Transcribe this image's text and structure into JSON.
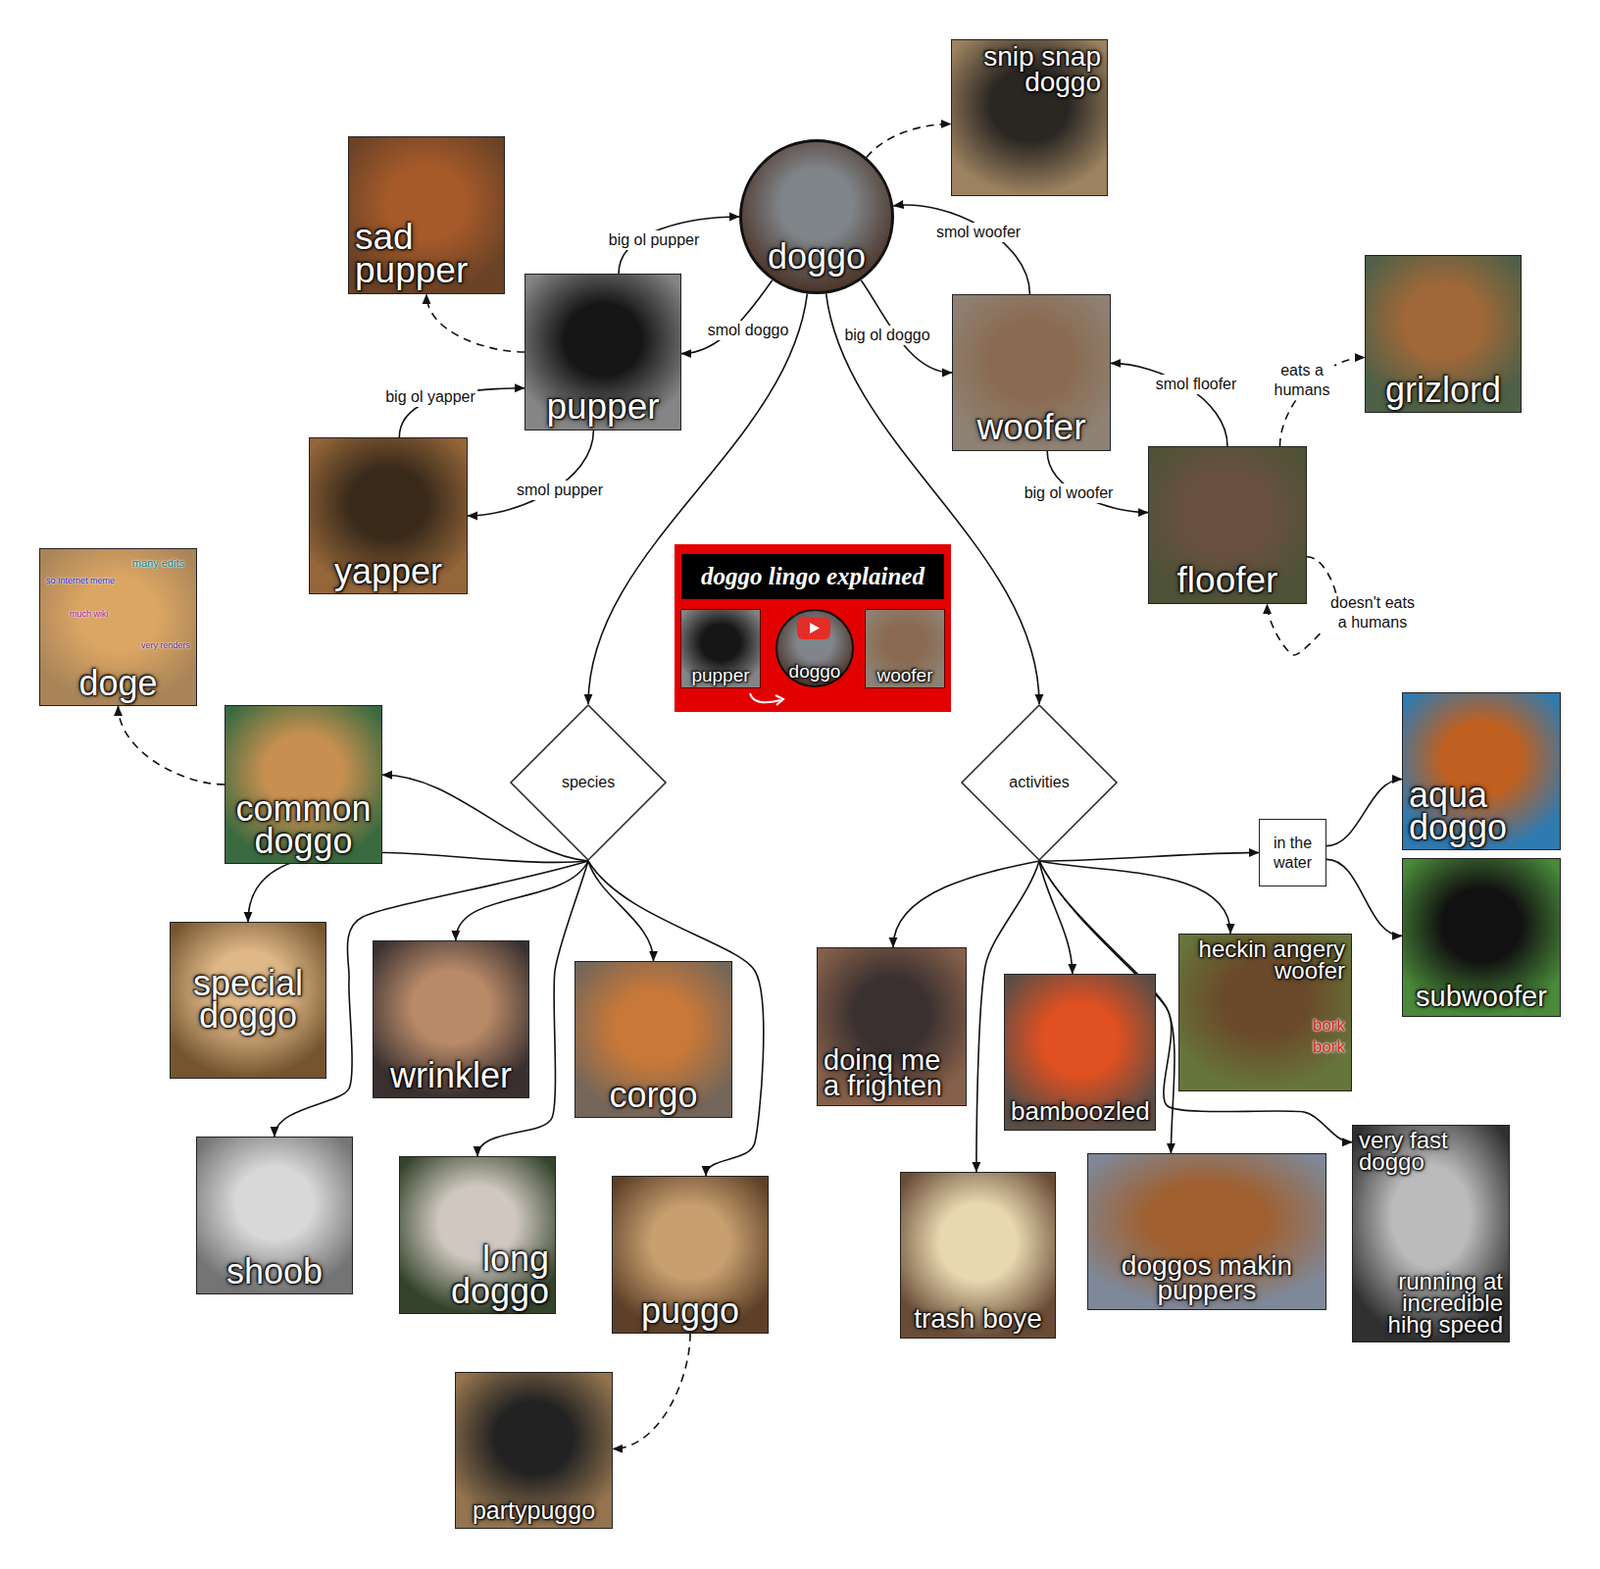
{
  "diagram": {
    "nodes": [
      {
        "text": [
          "doggo"
        ]
      },
      {
        "text": [
          "snip snap doggo"
        ]
      },
      {
        "text": [
          "sad pupper"
        ]
      },
      {
        "text": [
          "pupper"
        ]
      },
      {
        "text": [
          "woofer"
        ]
      },
      {
        "text": [
          "grizlord"
        ]
      },
      {
        "text": [
          "yapper"
        ]
      },
      {
        "text": [
          "floofer"
        ]
      },
      {
        "text": [
          "doge",
          "many edits",
          "so Internet meme",
          "much wiki",
          "very renders"
        ]
      },
      {
        "text": [
          "doggo lingo explained"
        ]
      },
      {
        "text": [
          "pupper"
        ],
        "in": 9
      },
      {
        "text": [
          "doggo"
        ],
        "in": 9
      },
      {
        "text": [
          "woofer"
        ],
        "in": 9
      },
      {
        "text": [
          "common doggo"
        ]
      },
      {
        "text": [
          "species"
        ]
      },
      {
        "text": [
          "activities"
        ]
      },
      {
        "text": [
          "aqua doggo"
        ]
      },
      {
        "text": [
          "in the water"
        ]
      },
      {
        "text": [
          "subwoofer"
        ]
      },
      {
        "text": [
          "special doggo"
        ]
      },
      {
        "text": [
          "wrinkler"
        ]
      },
      {
        "text": [
          "corgo"
        ]
      },
      {
        "text": [
          "doing me a frighten"
        ]
      },
      {
        "text": [
          "bamboozled"
        ]
      },
      {
        "text": [
          "heckin angery woofer",
          "bork bork"
        ]
      },
      {
        "text": [
          "shoob"
        ]
      },
      {
        "text": [
          "long doggo"
        ]
      },
      {
        "text": [
          "puggo"
        ]
      },
      {
        "text": [
          "trash boye"
        ]
      },
      {
        "text": [
          "doggos makin puppers"
        ]
      },
      {
        "text": [
          "very fast doggo",
          "running at incredible hihg speed"
        ]
      },
      {
        "text": [
          "partypuggo"
        ]
      }
    ],
    "edges": [
      {
        "from": 3,
        "to": 0,
        "label": "big ol pupper",
        "arrow": "to"
      },
      {
        "from": 0,
        "to": 3,
        "label": "smol doggo",
        "arrow": "to"
      },
      {
        "from": 0,
        "to": 4,
        "label": "big ol doggo",
        "arrow": "to"
      },
      {
        "from": 4,
        "to": 0,
        "label": "smol woofer",
        "arrow": "to"
      },
      {
        "from": 7,
        "to": 4,
        "label": "smol floofer",
        "arrow": "to"
      },
      {
        "from": 4,
        "to": 7,
        "label": "big ol woofer",
        "arrow": "to"
      },
      {
        "from": 7,
        "to": 5,
        "label": "eats a humans",
        "arrow": "to"
      },
      {
        "from": 7,
        "to": 7,
        "label": "doesn't eats a humans",
        "arrow": "to"
      },
      {
        "from": 0,
        "to": 1,
        "arrow": "to"
      },
      {
        "from": 3,
        "to": 2,
        "arrow": "to"
      },
      {
        "from": 6,
        "to": 3,
        "label": "big ol yapper",
        "arrow": "to"
      },
      {
        "from": 3,
        "to": 6,
        "label": "smol pupper",
        "arrow": "to"
      },
      {
        "from": 0,
        "to": 14,
        "arrow": "to"
      },
      {
        "from": 0,
        "to": 15,
        "arrow": "to"
      },
      {
        "from": 14,
        "to": 13,
        "arrow": "to"
      },
      {
        "from": 14,
        "to": 19,
        "arrow": "to"
      },
      {
        "from": 14,
        "to": 20,
        "arrow": "to"
      },
      {
        "from": 14,
        "to": 21,
        "arrow": "to"
      },
      {
        "from": 14,
        "to": 25,
        "arrow": "to"
      },
      {
        "from": 14,
        "to": 26,
        "arrow": "to"
      },
      {
        "from": 14,
        "to": 27,
        "arrow": "to"
      },
      {
        "from": 27,
        "to": 31,
        "arrow": "to"
      },
      {
        "from": 13,
        "to": 8,
        "arrow": "to"
      },
      {
        "from": 15,
        "to": 17,
        "arrow": "to"
      },
      {
        "from": 17,
        "to": 16,
        "arrow": "to"
      },
      {
        "from": 17,
        "to": 18,
        "arrow": "to"
      },
      {
        "from": 15,
        "to": 22,
        "arrow": "to"
      },
      {
        "from": 15,
        "to": 28,
        "arrow": "to"
      },
      {
        "from": 15,
        "to": 23,
        "arrow": "to"
      },
      {
        "from": 15,
        "to": 24,
        "arrow": "to"
      },
      {
        "from": 15,
        "to": 29,
        "arrow": "to"
      },
      {
        "from": 15,
        "to": 30,
        "arrow": "to"
      }
    ]
  }
}
